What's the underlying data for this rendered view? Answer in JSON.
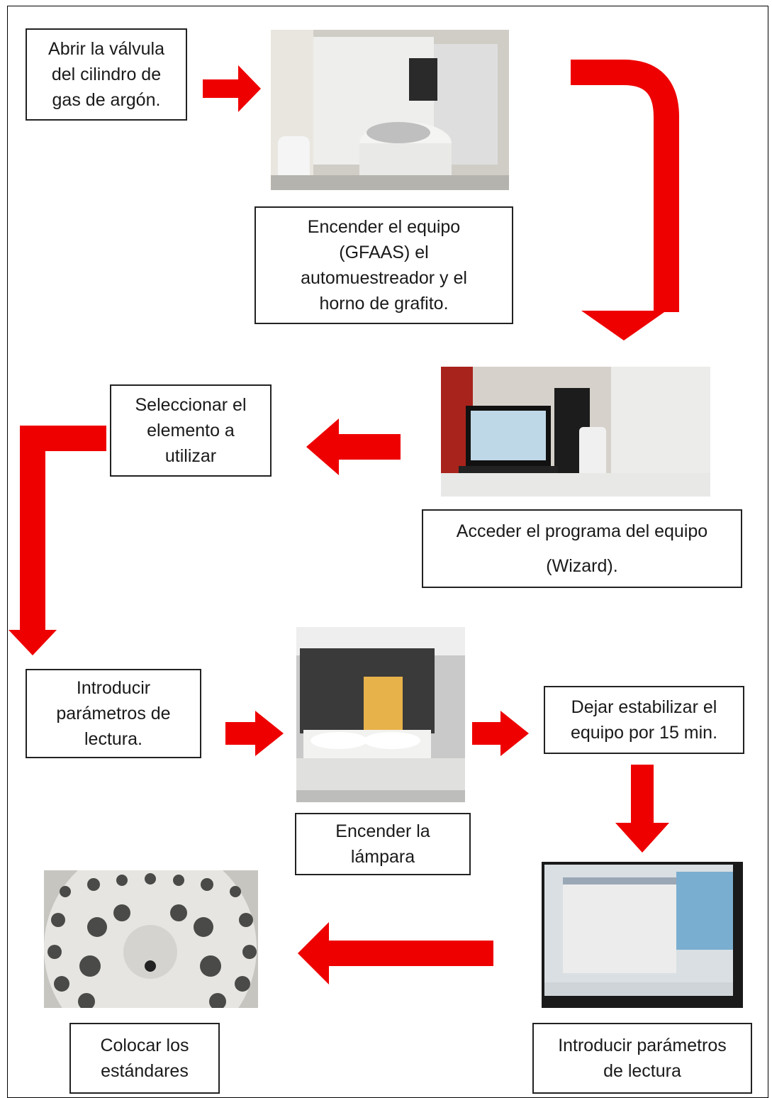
{
  "steps": {
    "s1": "Abrir la válvula\ndel cilindro de\ngas de argón.",
    "s2": "Encender el equipo\n(GFAAS) el\nautomuestreador y el\nhorno de grafito.",
    "s3": "Acceder el programa del equipo\n(Wizard).",
    "s4": "Seleccionar el\nelemento a\nutilizar",
    "s5": "Introducir\nparámetros de\nlectura.",
    "s6": "Encender la\nlámpara",
    "s7": "Dejar estabilizar el\nequipo por 15 min.",
    "s8": "Introducir parámetros\nde lectura",
    "s9": "Colocar los\nestándares"
  },
  "colors": {
    "arrow": "#ee0000",
    "border": "#222222"
  }
}
